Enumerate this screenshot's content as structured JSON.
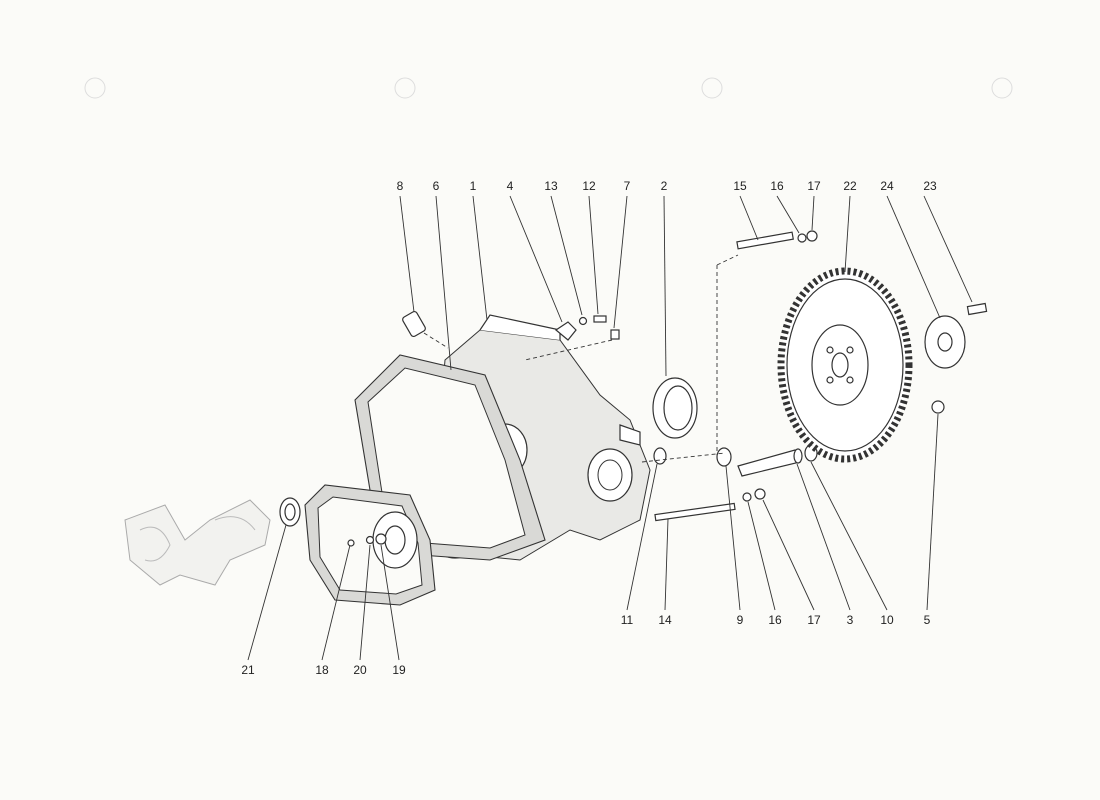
{
  "diagram": {
    "callouts": [
      "8",
      "6",
      "1",
      "4",
      "13",
      "12",
      "7",
      "2",
      "15",
      "16",
      "17",
      "22",
      "24",
      "23",
      "11",
      "14",
      "9",
      "16",
      "17",
      "3",
      "10",
      "5",
      "21",
      "18",
      "20",
      "19"
    ]
  }
}
